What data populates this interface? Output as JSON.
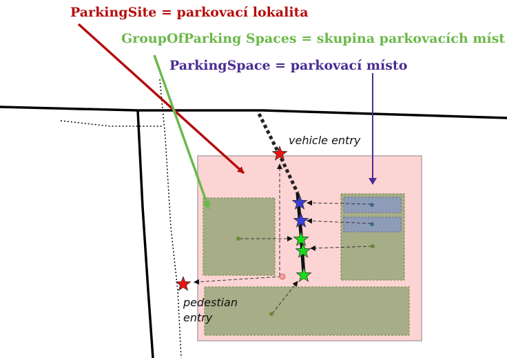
{
  "legend": {
    "site": {
      "text": "ParkingSite = parkovací lokalita",
      "color": "#b40d0d"
    },
    "group": {
      "text": "GroupOfParking Spaces = skupina parkovacích míst",
      "color": "#6cb84a"
    },
    "space": {
      "text": "ParkingSpace = parkovací místo",
      "color": "#4a2c92"
    }
  },
  "labels": {
    "vehicle_entry": "vehicle entry",
    "pedestrian_line1": "pedestian",
    "pedestrian_line2": "entry"
  },
  "colors": {
    "site_fill": "#fdd4d4",
    "site_border": "#c4b6b6",
    "group_fill": "#a6ad87",
    "group_border": "#8a9a6a",
    "space_fill": "#8f9cb8",
    "space_border": "#7480a5",
    "road": "#000000",
    "star_red": "#ee1111",
    "star_blue": "#3d3dd8",
    "star_green": "#1bdc1b"
  }
}
